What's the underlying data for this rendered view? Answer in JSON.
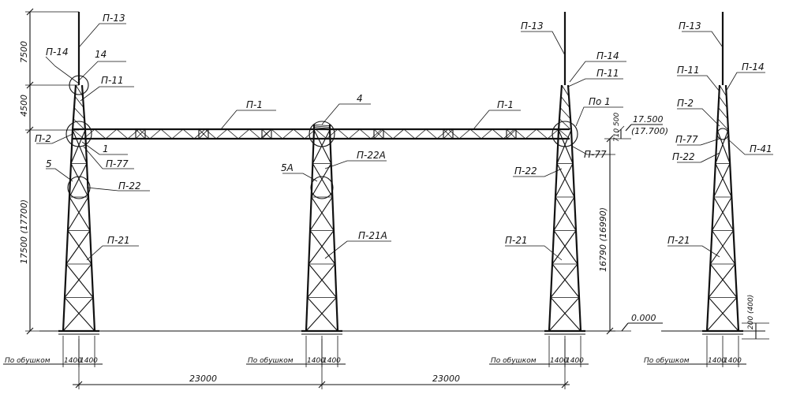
{
  "callouts": {
    "p13_left": "П-13",
    "p14_left": "П-14",
    "n14_left": "14",
    "p11_left": "П-11",
    "p2_left": "П-2",
    "n1_left": "1",
    "p77_left": "П-77",
    "n5_left": "5",
    "p22_left": "П-22",
    "p21_left": "П-21",
    "p1_left": "П-1",
    "n4_mid": "4",
    "p22a_mid": "П-22А",
    "n5a_mid": "5А",
    "p21a_mid": "П-21А",
    "p1_right": "П-1",
    "p13_right": "П-13",
    "p14_right": "П-14",
    "p11_right": "П-11",
    "po1_right": "По 1",
    "p77_right": "П-77",
    "p22_right": "П-22",
    "p21_right": "П-21",
    "p13_side": "П-13",
    "p11_side": "П-11",
    "p14_side": "П-14",
    "p2_side": "П-2",
    "p77_side": "П-77",
    "p41_side": "П-41",
    "p22_side": "П-22",
    "p21_side": "П-21"
  },
  "dimensions": {
    "d7500": "7500",
    "d4500": "4500",
    "d17500": "17500 (17700)",
    "d16790": "16790 (16990)",
    "d710": "710",
    "d500": "500",
    "elev_top": "17.500",
    "elev_top_alt": "(17.700)",
    "elev_zero": "0.000",
    "d200": "200 (400)",
    "span_left": "23000",
    "span_right": "23000",
    "d1400": "1400"
  },
  "footings": {
    "label": "По обушком"
  }
}
